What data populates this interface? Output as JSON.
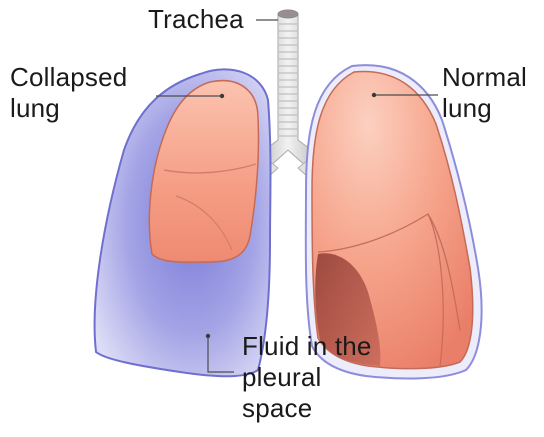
{
  "labels": {
    "trachea": "Trachea",
    "collapsed_lung": [
      "Collapsed",
      "lung"
    ],
    "normal_lung": [
      "Normal",
      "lung"
    ],
    "fluid": [
      "Fluid in the",
      "pleural",
      "space"
    ]
  },
  "colors": {
    "pleural_fluid": "#b3b3ec",
    "pleural_fluid_deep": "#7c7cd8",
    "lung_tissue": "#f4977e",
    "lung_tissue_light": "#fbc3b0",
    "lung_shadow": "#a64a3f",
    "airway": "#dcdcdc",
    "leader_line": "#4d4d4d"
  }
}
